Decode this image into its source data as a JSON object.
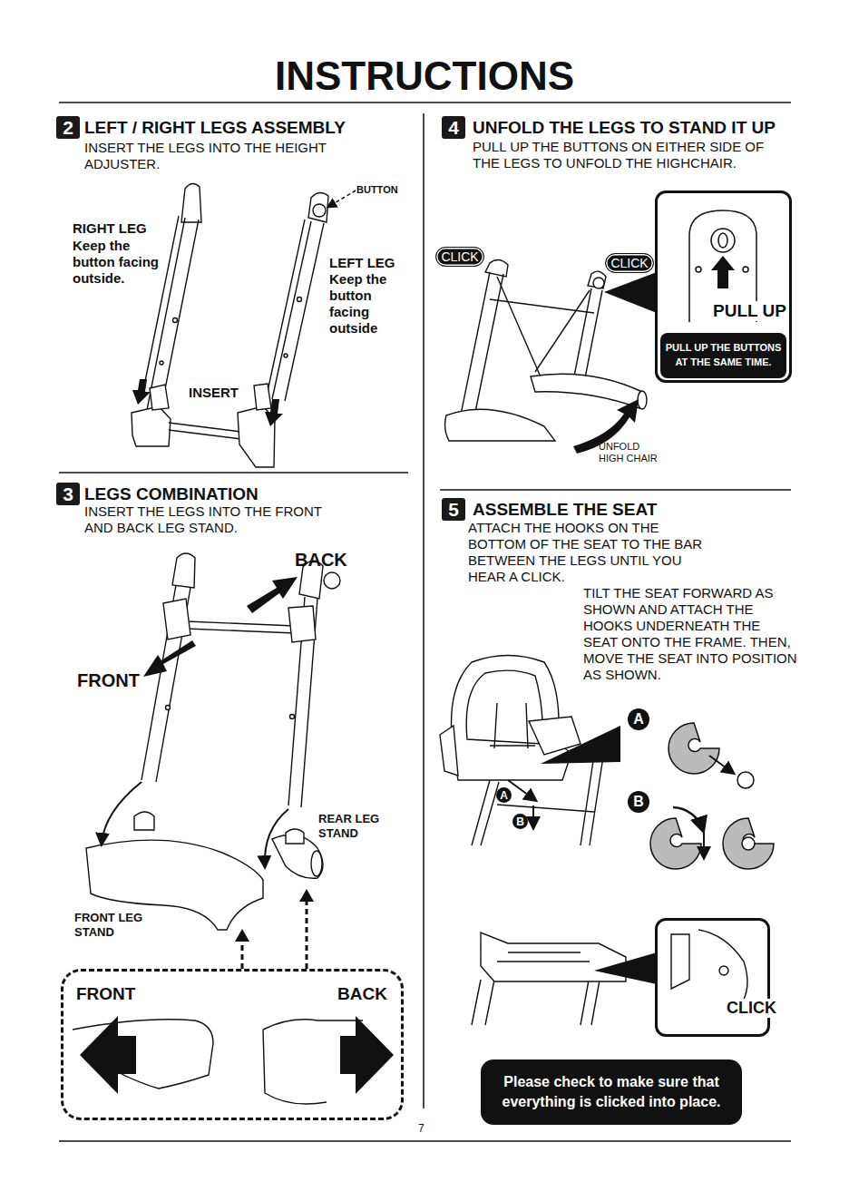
{
  "diagram": {
    "title": "INSTRUCTIONS",
    "nodes": [
      {
        "text": [
          "2"
        ]
      },
      {
        "text": [
          "3"
        ]
      },
      {
        "text": [
          "FRONT",
          "BACK"
        ]
      },
      {
        "text": [
          "4"
        ]
      },
      {
        "text": [
          "CLICK"
        ]
      },
      {
        "text": [
          "CLICK"
        ]
      },
      {
        "text": [
          "PULL UP"
        ]
      },
      {
        "text": [
          "PULL UP THE BUTTONS AT THE SAME TIME."
        ],
        "in": 6
      },
      {
        "text": [
          "5"
        ]
      },
      {
        "text": [
          "A"
        ]
      },
      {
        "text": [
          "B"
        ]
      },
      {
        "text": [
          "A"
        ]
      },
      {
        "text": [
          "B"
        ]
      },
      {
        "text": [
          "CLICK"
        ]
      },
      {
        "text": [
          "Please check to make sure that everything is clicked into place."
        ]
      }
    ],
    "labels": [
      "LEFT / RIGHT LEGS ASSEMBLY",
      "INSERT THE LEGS INTO THE HEIGHT ADJUSTER.",
      "BUTTON",
      "RIGHT LEG",
      "Keep the button facing outside.",
      "LEFT LEG",
      "Keep the button facing outside",
      "INSERT",
      "LEGS COMBINATION",
      "INSERT THE LEGS INTO THE FRONT AND BACK LEG STAND.",
      "BACK",
      "FRONT",
      "REAR LEG STAND",
      "FRONT LEG STAND",
      "UNFOLD THE LEGS TO STAND IT UP",
      "PULL UP THE BUTTONS ON EITHER SIDE OF THE LEGS TO UNFOLD THE HIGHCHAIR.",
      "UNFOLD HIGH CHAIR",
      "ASSEMBLE THE SEAT",
      "ATTACH THE HOOKS ON THE BOTTOM OF THE SEAT TO THE BAR BETWEEN THE LEGS UNTIL YOU HEAR A CLICK.",
      "TILT THE SEAT FORWARD AS SHOWN AND ATTACH THE HOOKS UNDERNEATH THE SEAT ONTO THE FRAME. THEN, MOVE THE SEAT INTO POSITION AS SHOWN.",
      "7"
    ]
  }
}
